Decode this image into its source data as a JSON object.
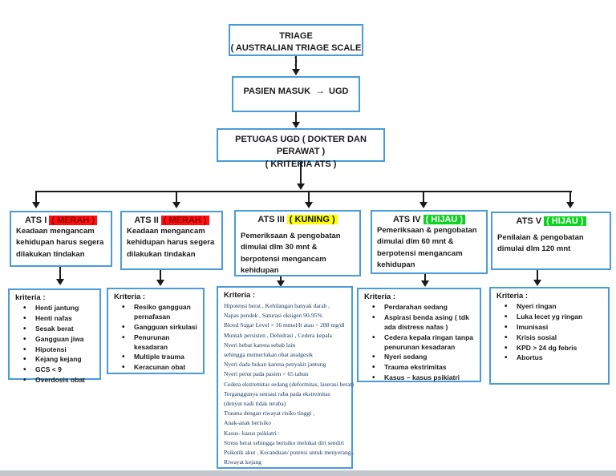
{
  "colors": {
    "box_border": "#4a9bd8",
    "connector": "#1a1a1a",
    "red_bg": "#ff0f0f",
    "red_text": "#8b0000",
    "yellow_bg": "#ffff00",
    "green_bg": "#0bd41e",
    "serif_text": "#17375e"
  },
  "flow": {
    "title": {
      "line1": "TRIAGE",
      "line2": "( AUSTRALIAN TRIAGE SCALE )"
    },
    "entry": {
      "left": "PASIEN MASUK",
      "arrow": "→",
      "right": "UGD"
    },
    "staff": {
      "line1": "PETUGAS  UGD ( DOKTER DAN PERAWAT )",
      "line2": "( KRITERIA  ATS )"
    }
  },
  "ats": [
    {
      "label": "ATS I",
      "tag": "( MERAH )",
      "body": "Keadaan mengancam kehidupan harus segera dilakukan tindakan",
      "kriteria_heading": "kriteria :",
      "kriteria_items": [
        "Henti jantung",
        "Henti nafas",
        "Sesak berat",
        "Gangguan jiwa",
        "Hipotensi",
        "Kejang kejang",
        "GCS < 9",
        "Overdosis obat"
      ]
    },
    {
      "label": "ATS II",
      "tag": "( MERAH )",
      "body": "Keadaan mengancam kehidupan harus segera dilakukan tindakan",
      "kriteria_heading": "Kriteria :",
      "kriteria_items": [
        "Resiko gangguan pernafasan",
        "Gangguan sirkulasi",
        "Penurunan kesadaran",
        "Multiple trauma",
        "Keracunan obat"
      ]
    },
    {
      "label": "ATS III",
      "tag": "( KUNING )",
      "body": "Pemeriksaan & pengobatan dimulai dlm 30 mnt & berpotensi mengancam kehidupan",
      "kriteria_heading": "Kriteria :",
      "kriteria_lines": [
        "Hipotensi berat , Kehilangan banyak darah ,",
        "Napas pendek , Saturasi oksigen 90-95%",
        "Blood Sugar Level > 16 mmol/lt atau > 288 mg/dl",
        "Muntah persisten , Dehidrasi , Cedera kepala",
        "Nyeri hebat karena sebab lain",
        "sehingga memerlukan obat analgesik",
        "Nyeri dada bukan karena penyakit jantung",
        "Nyeri perut pada pasien > 65 tahun",
        "Cedera ekstremitas sedang (deformitas, laserasi berat)",
        "Terganggunya sensasi raba pada ekstremitas",
        "(denyut nadi tidak teraba)",
        "Trauma dengan riwayat risiko tinggi ,",
        "Anak-anak berisiko",
        "Kasus- kasus psikiatri :",
        "Stress berat sehingga berisiko melukai diri sendiri",
        "Psikotik akut , Kecanduan/ potensi untuk menyerang ,",
        "Riwayat kejang"
      ]
    },
    {
      "label": "ATS IV",
      "tag": "( HIJAU )",
      "body": "Pemeriksaan & pengobatan dimulai dlm 60 mnt & berpotensi mengancam kehidupan",
      "kriteria_heading": "Kriteria :",
      "kriteria_items": [
        "Perdarahan sedang",
        "Aspirasi benda asing ( tdk ada distress nafas )",
        "Cedera kepala ringan tanpa penurunan kesadaran",
        "Nyeri sedang",
        "Trauma ekstrimitas",
        "Kasus – kasus psikiatri"
      ]
    },
    {
      "label": "ATS V",
      "tag": "( HIJAU )",
      "body": "Penilaian  & pengobatan dimulai dlm 120 mnt",
      "kriteria_heading": "Kriteria :",
      "kriteria_items": [
        "Nyeri ringan",
        "Luka lecet yg ringan",
        "Imunisasi",
        "Krisis sosial",
        "KPD > 24 dg febris",
        "Abortus"
      ]
    }
  ]
}
